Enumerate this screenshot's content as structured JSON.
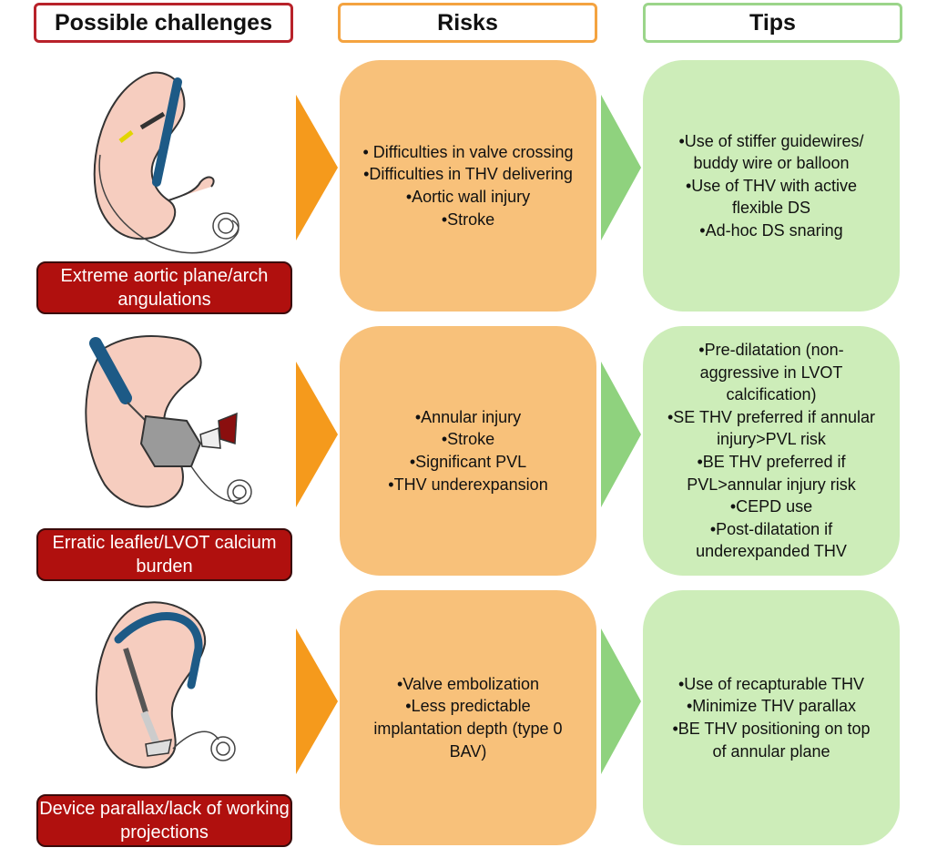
{
  "colors": {
    "challenge_border": "#b8222a",
    "risk_border": "#f4a340",
    "tips_border": "#9bd58a",
    "risk_fill": "#f8c17a",
    "tips_fill": "#cdedb9",
    "label_fill": "#b0100e",
    "arrow_orange": "#f59a1c",
    "arrow_green": "#8fd27e"
  },
  "headers": {
    "challenges": "Possible challenges",
    "risks": "Risks",
    "tips": "Tips"
  },
  "rows": [
    {
      "challenge": "Extreme aortic plane/arch angulations",
      "risks": [
        "• Difficulties in valve crossing",
        "•Difficulties in THV delivering",
        "•Aortic wall injury",
        "•Stroke"
      ],
      "tips": [
        "•Use of stiffer guidewires/ buddy wire or balloon",
        "•Use of THV with active flexible DS",
        "•Ad-hoc DS snaring"
      ]
    },
    {
      "challenge": "Erratic leaflet/LVOT calcium burden",
      "risks": [
        "•Annular injury",
        "•Stroke",
        "•Significant PVL",
        "•THV underexpansion"
      ],
      "tips": [
        "•Pre-dilatation (non-aggressive in LVOT calcification)",
        "•SE THV preferred if annular injury>PVL risk",
        "•BE THV preferred if PVL>annular injury risk",
        "•CEPD use",
        "•Post-dilatation if underexpanded THV"
      ]
    },
    {
      "challenge": "Device parallax/lack of working projections",
      "risks": [
        "•Valve embolization",
        "•Less predictable implantation depth (type 0 BAV)"
      ],
      "tips": [
        "•Use of recapturable THV",
        "•Minimize THV parallax",
        "•BE THV positioning on top of annular plane"
      ]
    }
  ]
}
